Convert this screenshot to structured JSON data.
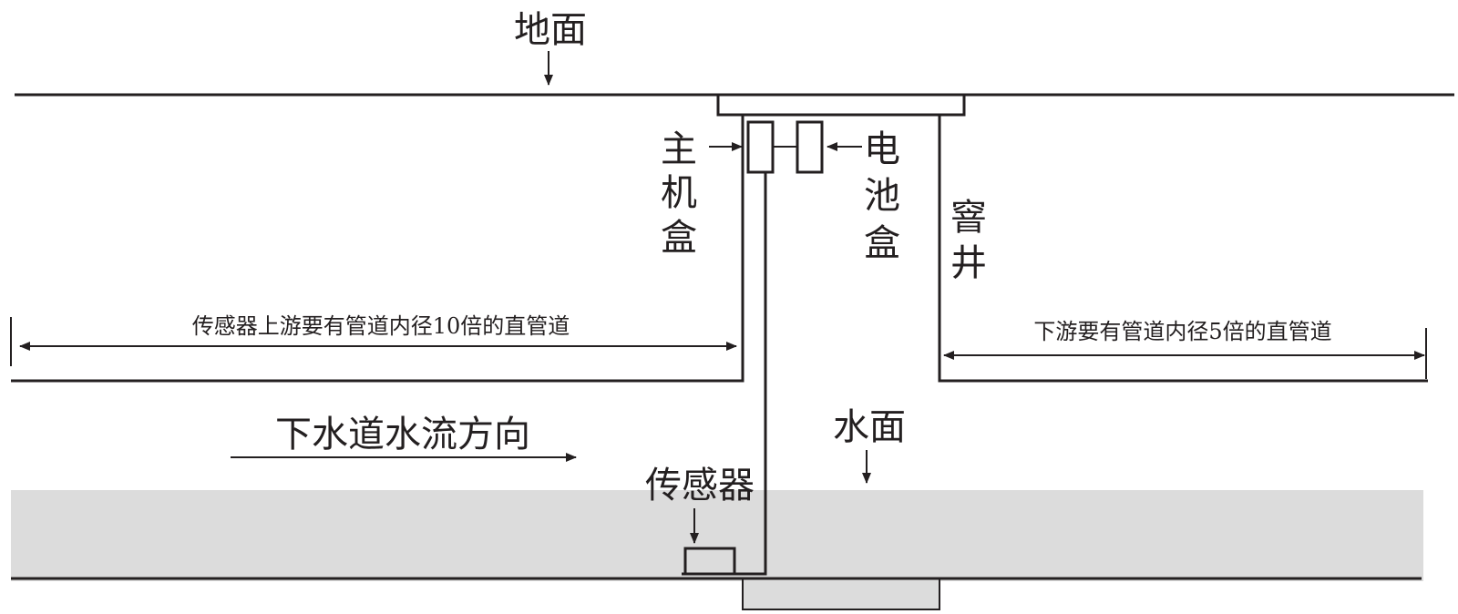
{
  "labels": {
    "ground": "地面",
    "host_box": [
      "主",
      "机",
      "盒"
    ],
    "battery_box": [
      "电",
      "池",
      "盒"
    ],
    "manhole": [
      "窨",
      "井"
    ],
    "upstream_note": "传感器上游要有管道内径10倍的直管道",
    "downstream_note": "下游要有管道内径5倍的直管道",
    "flow_direction": "下水道水流方向",
    "water_surface": "水面",
    "sensor": "传感器"
  },
  "colors": {
    "line": "#231f20",
    "water": "#dcdcdc",
    "background": "#ffffff"
  }
}
